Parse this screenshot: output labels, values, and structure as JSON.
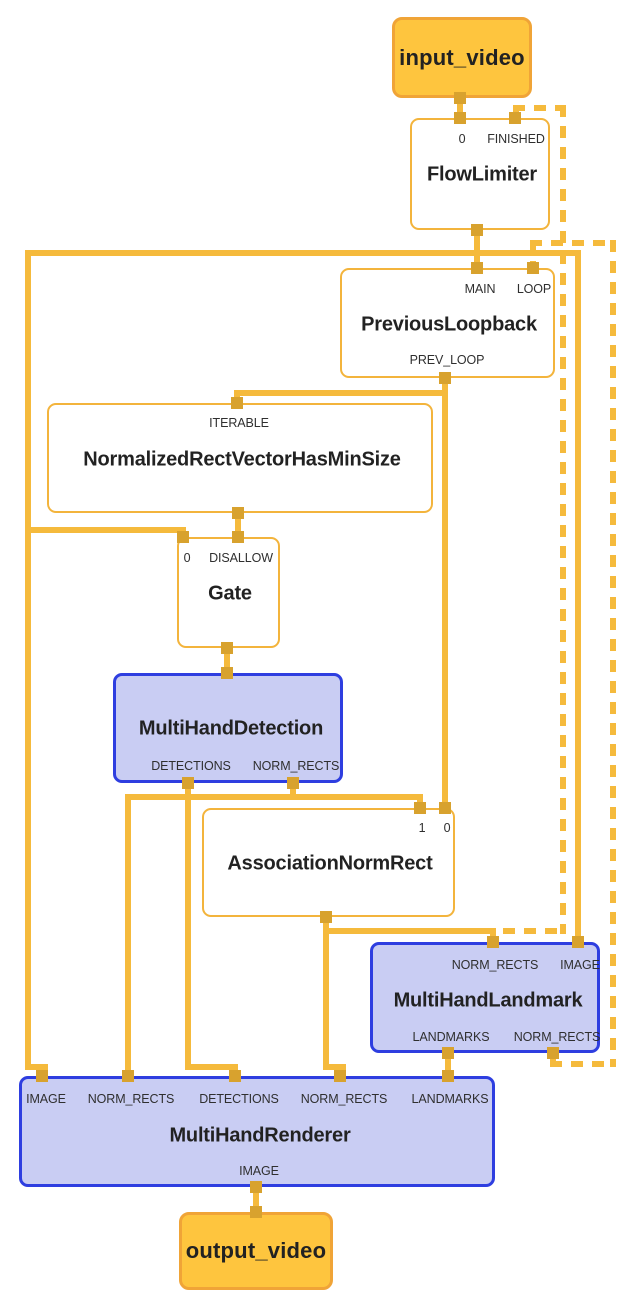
{
  "diagram": {
    "kind": "mediapipe-graph",
    "colors": {
      "wire": "#F5BA3C",
      "port": "#D8A22E",
      "stream_fill": "#FEC53E",
      "stream_border": "#F0A437",
      "calc_border": "#F3B43C",
      "subgraph_fill": "#C9CDF3",
      "subgraph_border": "#2E3EE0"
    },
    "nodes": {
      "input_video": {
        "label": "input_video"
      },
      "flow_limiter": {
        "title": "FlowLimiter",
        "ports": {
          "in0": "0",
          "finished": "FINISHED"
        }
      },
      "previous_loopback": {
        "title": "PreviousLoopback",
        "ports": {
          "main": "MAIN",
          "loop": "LOOP",
          "prev_loop": "PREV_LOOP"
        }
      },
      "normalized_rect_vector_has_min_size": {
        "title": "NormalizedRectVectorHasMinSize",
        "ports": {
          "iterable": "ITERABLE"
        }
      },
      "gate": {
        "title": "Gate",
        "ports": {
          "in0": "0",
          "disallow": "DISALLOW"
        }
      },
      "multi_hand_detection": {
        "title": "MultiHandDetection",
        "ports": {
          "detections": "DETECTIONS",
          "norm_rects": "NORM_RECTS"
        }
      },
      "association_norm_rect": {
        "title": "AssociationNormRect",
        "ports": {
          "in1": "1",
          "in0": "0"
        }
      },
      "multi_hand_landmark": {
        "title": "MultiHandLandmark",
        "ports": {
          "norm_rects_in": "NORM_RECTS",
          "image_in": "IMAGE",
          "landmarks_out": "LANDMARKS",
          "norm_rects_out": "NORM_RECTS"
        }
      },
      "multi_hand_renderer": {
        "title": "MultiHandRenderer",
        "ports": {
          "image_in": "IMAGE",
          "norm_rects0_in": "NORM_RECTS",
          "detections_in": "DETECTIONS",
          "norm_rects1_in": "NORM_RECTS",
          "landmarks_in": "LANDMARKS",
          "image_out": "IMAGE"
        }
      },
      "output_video": {
        "label": "output_video"
      }
    }
  }
}
